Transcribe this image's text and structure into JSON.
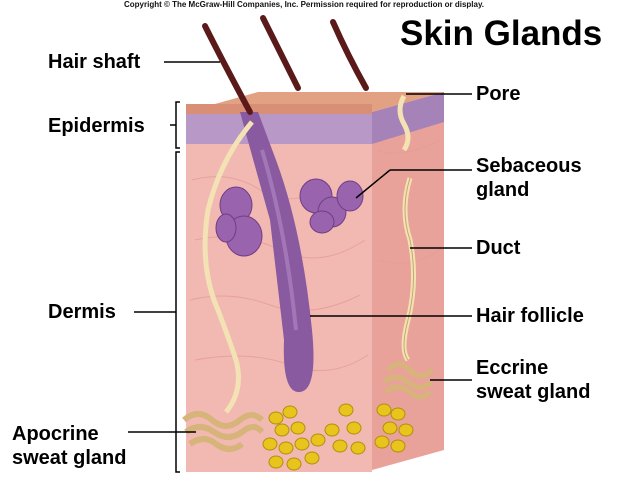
{
  "copyright": "Copyright © The McGraw-Hill Companies, Inc. Permission required for reproduction or display.",
  "title": "Skin Glands",
  "labels": {
    "hair_shaft": "Hair shaft",
    "epidermis": "Epidermis",
    "dermis": "Dermis",
    "apocrine_1": "Apocrine",
    "apocrine_2": "sweat gland",
    "pore": "Pore",
    "sebaceous_1": "Sebaceous",
    "sebaceous_2": "gland",
    "duct": "Duct",
    "hair_follicle": "Hair follicle",
    "eccrine_1": "Eccrine",
    "eccrine_2": "sweat gland"
  },
  "colors": {
    "dermis": "#f2b9b3",
    "epidermis": "#b798c6",
    "surface": "#e3a184",
    "follicle": "#8a5aa0",
    "hair": "#5a1a1a",
    "fat": "#e8c41c",
    "gland_coil": "#f3e2b4"
  }
}
